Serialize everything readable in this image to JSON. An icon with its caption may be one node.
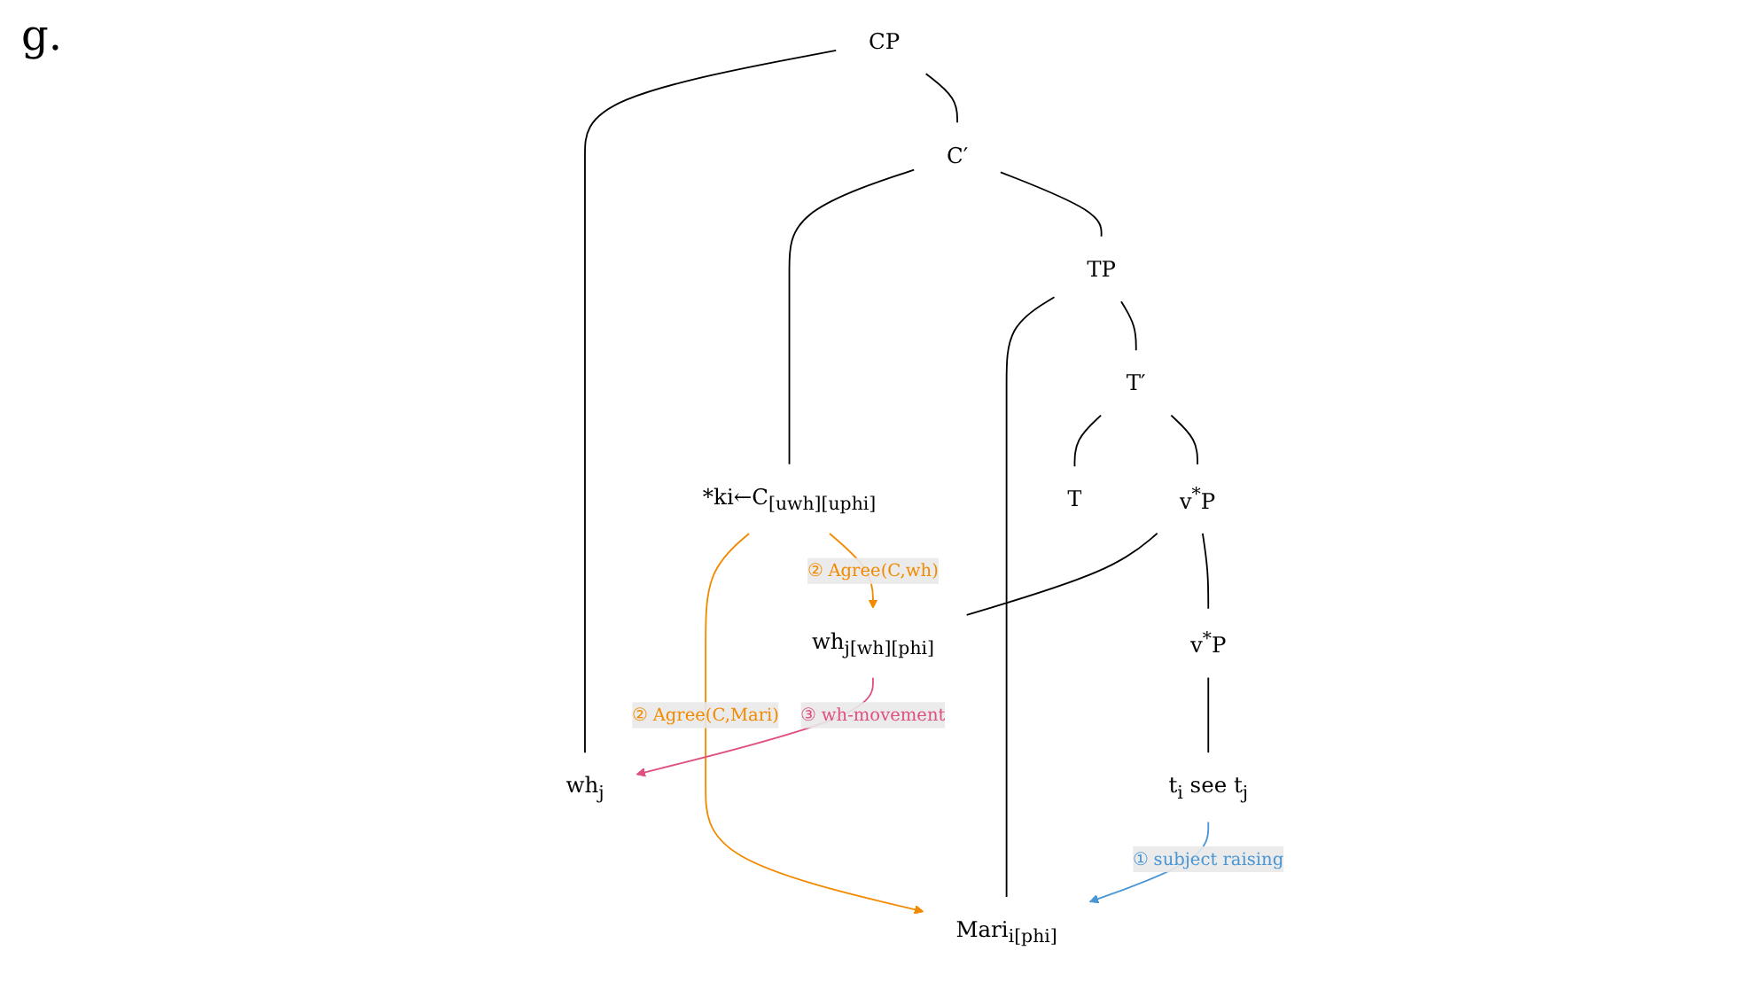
{
  "diagram": {
    "nodes": [
      {
        "text": [
          "CP"
        ]
      },
      {
        "text": [
          "wh$_{j}$"
        ]
      },
      {
        "text": [
          "C′"
        ]
      },
      {
        "text": [
          "*ki←C$_{[uwh][uphi]}$"
        ]
      },
      {
        "text": [
          "TP"
        ]
      },
      {
        "text": [
          "Mari$_{i[phi]}$"
        ]
      },
      {
        "text": [
          "T′"
        ]
      },
      {
        "text": [
          "T"
        ]
      },
      {
        "text": [
          "v$^{*}$P"
        ]
      },
      {
        "text": [
          "wh$_{j[wh][phi]}$"
        ]
      },
      {
        "text": [
          "v$^{*}$P"
        ]
      },
      {
        "text": [
          "t$_{i}$ see t$_{j}$"
        ]
      }
    ],
    "edges": [
      {
        "from": 0,
        "to": 1,
        "arrow": "none"
      },
      {
        "from": 0,
        "to": 2,
        "arrow": "none"
      },
      {
        "from": 2,
        "to": 3,
        "arrow": "none"
      },
      {
        "from": 2,
        "to": 4,
        "arrow": "none"
      },
      {
        "from": 4,
        "to": 5,
        "arrow": "none"
      },
      {
        "from": 4,
        "to": 6,
        "arrow": "none"
      },
      {
        "from": 6,
        "to": 7,
        "arrow": "none"
      },
      {
        "from": 6,
        "to": 8,
        "arrow": "none"
      },
      {
        "from": 8,
        "to": 9,
        "arrow": "none"
      },
      {
        "from": 8,
        "to": 10,
        "arrow": "none"
      },
      {
        "from": 10,
        "to": 11,
        "arrow": "none"
      },
      {
        "from": 3,
        "to": 5,
        "arrow": "to",
        "label": "② Agree(C,Mari)",
        "color": "#f28a00"
      },
      {
        "from": 3,
        "to": 9,
        "arrow": "to",
        "label": "② Agree(C,wh)",
        "color": "#f28a00"
      },
      {
        "from": 9,
        "to": 1,
        "arrow": "to",
        "label": "③ wh-movement",
        "color": "#e0507f"
      },
      {
        "from": 11,
        "to": 5,
        "arrow": "to",
        "label": "① subject raising",
        "color": "#4a96d4"
      }
    ],
    "labels": [
      "g."
    ]
  }
}
